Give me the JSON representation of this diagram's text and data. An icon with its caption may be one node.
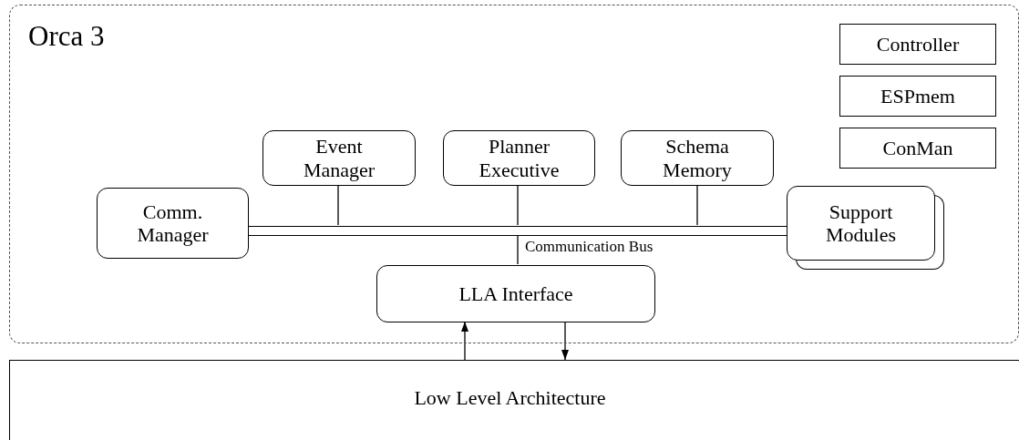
{
  "diagram": {
    "nodes": [
      {
        "text": [
          "Orca 3"
        ]
      },
      {
        "text": [
          "Controller"
        ],
        "in": 0
      },
      {
        "text": [
          "ESPmem"
        ],
        "in": 0
      },
      {
        "text": [
          "ConMan"
        ],
        "in": 0
      },
      {
        "text": [
          "Event Manager"
        ],
        "in": 0
      },
      {
        "text": [
          "Planner Executive"
        ],
        "in": 0
      },
      {
        "text": [
          "Schema Memory"
        ],
        "in": 0
      },
      {
        "text": [
          "Comm. Manager"
        ],
        "in": 0
      },
      {
        "text": [],
        "shape": "bar",
        "beside": [
          "Communication Bus"
        ],
        "in": 0
      },
      {
        "text": [
          "Support Modules"
        ],
        "in": 0
      },
      {
        "text": [
          "LLA Interface"
        ],
        "in": 0
      },
      {
        "text": [
          "Low Level Architecture"
        ]
      }
    ],
    "edges": [
      {
        "from": 4,
        "to": 8,
        "arrow": "none"
      },
      {
        "from": 5,
        "to": 8,
        "arrow": "none"
      },
      {
        "from": 6,
        "to": 8,
        "arrow": "none"
      },
      {
        "from": 8,
        "to": 10,
        "arrow": "none"
      },
      {
        "from": 11,
        "to": 10,
        "arrow": "to"
      },
      {
        "from": 10,
        "to": 11,
        "arrow": "to"
      }
    ]
  }
}
